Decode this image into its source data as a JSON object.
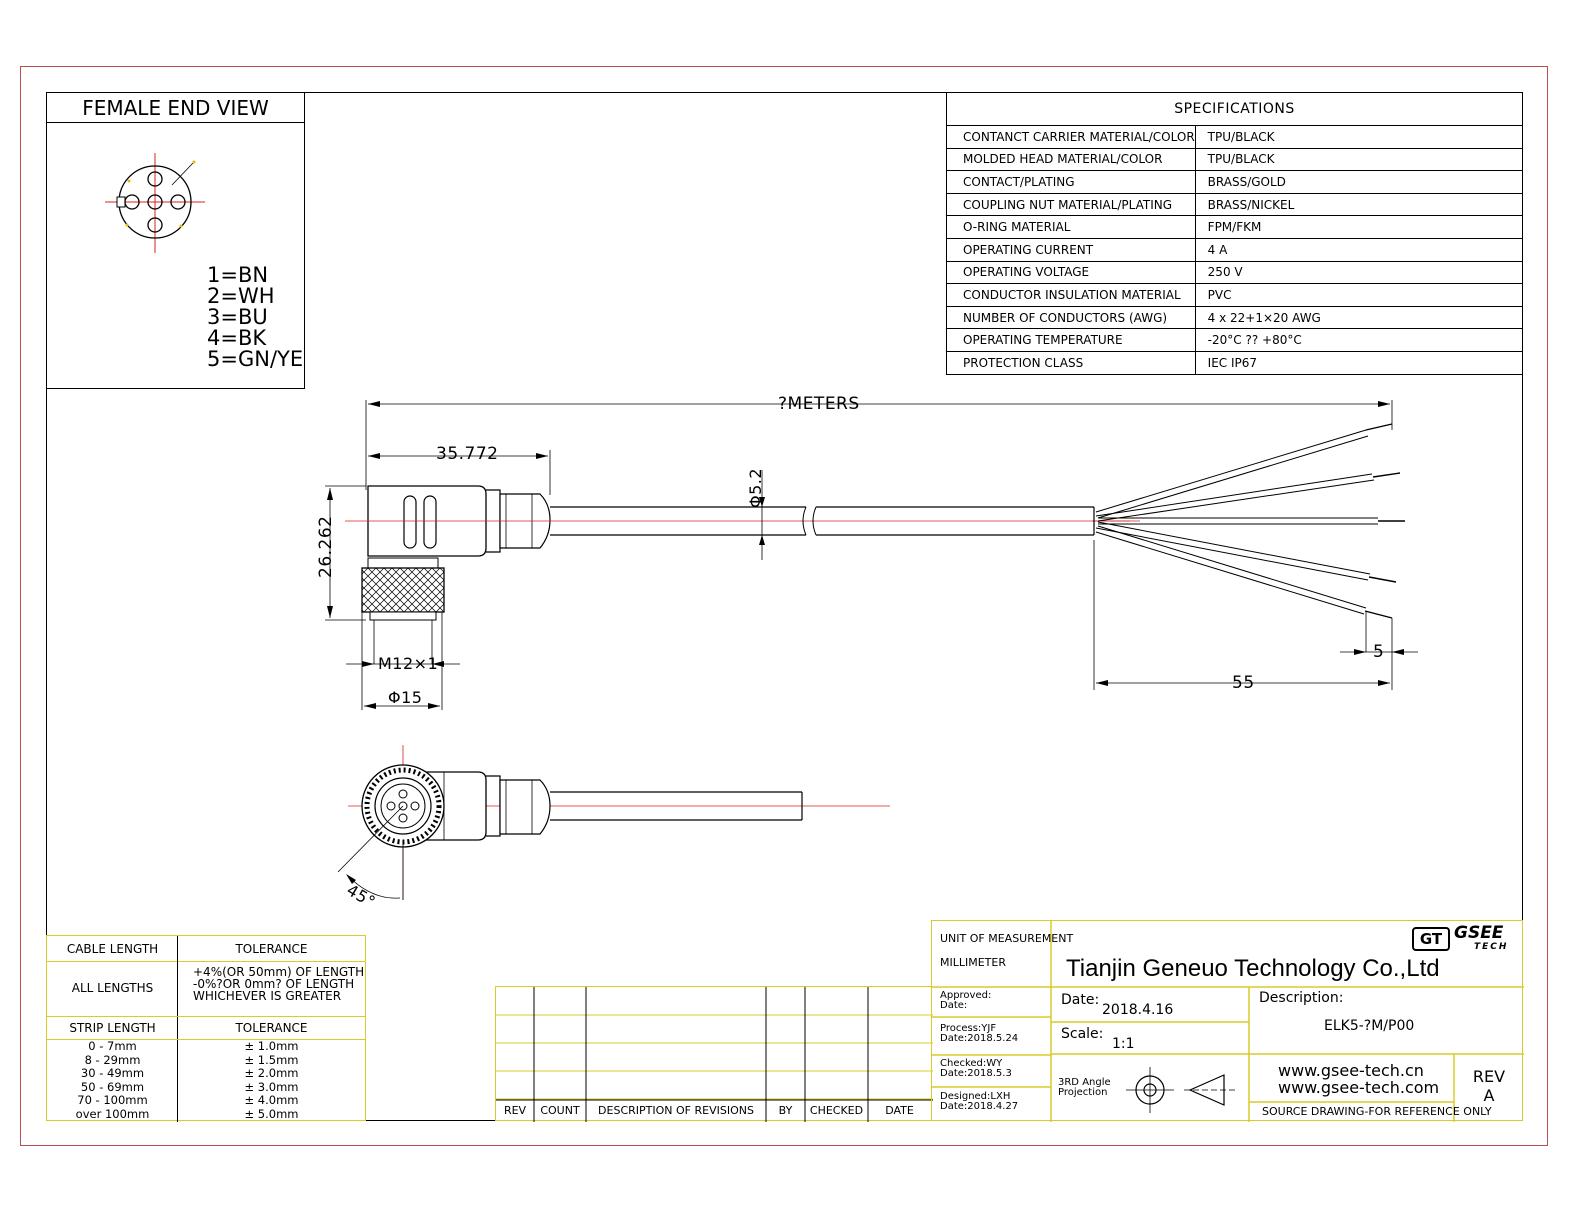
{
  "female_end_view": {
    "title": "FEMALE END VIEW",
    "pins": [
      "1=BN",
      "2=WH",
      "3=BU",
      "4=BK",
      "5=GN/YE"
    ]
  },
  "specifications": {
    "title": "SPECIFICATIONS",
    "rows": [
      {
        "label": "CONTANCT CARRIER MATERIAL/COLOR",
        "value": "TPU/BLACK"
      },
      {
        "label": "MOLDED HEAD MATERIAL/COLOR",
        "value": "TPU/BLACK"
      },
      {
        "label": "CONTACT/PLATING",
        "value": "BRASS/GOLD"
      },
      {
        "label": "COUPLING NUT MATERIAL/PLATING",
        "value": "BRASS/NICKEL"
      },
      {
        "label": "O-RING MATERIAL",
        "value": "FPM/FKM"
      },
      {
        "label": "OPERATING CURRENT",
        "value": "4 A"
      },
      {
        "label": "OPERATING VOLTAGE",
        "value": "250 V"
      },
      {
        "label": "CONDUCTOR INSULATION MATERIAL",
        "value": "PVC"
      },
      {
        "label": "NUMBER OF CONDUCTORS (AWG)",
        "value": "4 x 22+1×20 AWG"
      },
      {
        "label": "OPERATING TEMPERATURE",
        "value": "-20°C ?? +80°C"
      },
      {
        "label": "PROTECTION CLASS",
        "value": "IEC  IP67"
      }
    ]
  },
  "dimensions": {
    "length": "?METERS",
    "head_length": "35.772",
    "head_height": "26.262",
    "cable_diameter": "Φ5.2",
    "thread": "M12×1",
    "nut_diameter": "Φ15",
    "wire_strip": "5",
    "wire_fanout": "55",
    "angle": "45°"
  },
  "tolerance": {
    "cable_length_header": "CABLE LENGTH",
    "tolerance_header": "TOLERANCE",
    "all_lengths": "ALL LENGTHS",
    "all_lengths_tol": [
      "+4%(OR 50mm) OF LENGTH",
      "-0%?OR 0mm? OF LENGTH",
      "WHICHEVER  IS  GREATER"
    ],
    "strip_length_header": "STRIP LENGTH",
    "strip_tolerance_header": "TOLERANCE",
    "strip_rows": [
      {
        "range": "0 - 7mm",
        "tol": "± 1.0mm"
      },
      {
        "range": "8 - 29mm",
        "tol": "± 1.5mm"
      },
      {
        "range": "30 - 49mm",
        "tol": "± 2.0mm"
      },
      {
        "range": "50 - 69mm",
        "tol": "± 3.0mm"
      },
      {
        "range": "70 - 100mm",
        "tol": "± 4.0mm"
      },
      {
        "range": "over 100mm",
        "tol": "± 5.0mm"
      }
    ]
  },
  "revisions": {
    "headers": [
      "REV",
      "COUNT",
      "DESCRIPTION  OF  REVISIONS",
      "BY",
      "CHECKED",
      "DATE"
    ]
  },
  "title_block": {
    "unit_label": "UNIT OF MEASUREMENT",
    "unit_value": "MILLIMETER",
    "company": "Tianjin Geneuo Technology Co.,Ltd",
    "logo_text": "GSEE",
    "logo_sub": "TECH",
    "logo_mark": "GT",
    "approved": [
      "Approved:",
      "Date:"
    ],
    "process": [
      "Process:YJF",
      "Date:2018.5.24"
    ],
    "checked": [
      "Checked:WY",
      "Date:2018.5.3"
    ],
    "designed": [
      "Designed:LXH",
      "Date:2018.4.27"
    ],
    "date_label": "Date:",
    "date_value": "2018.4.16",
    "scale_label": "Scale:",
    "scale_value": "1:1",
    "projection": [
      "3RD Angle",
      "Projection"
    ],
    "description_label": "Description:",
    "description_value": "ELK5-?M/P00",
    "website_1": "www.gsee-tech.cn",
    "website_2": "www.gsee-tech.com",
    "rev_label": "REV",
    "rev_value": "A",
    "note": "SOURCE DRAWING-FOR REFERENCE ONLY"
  }
}
